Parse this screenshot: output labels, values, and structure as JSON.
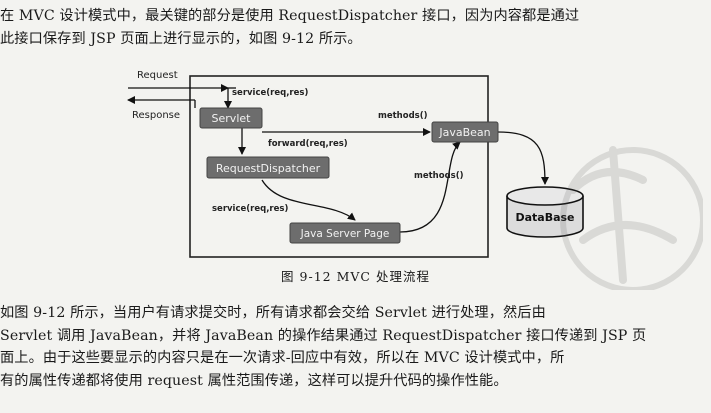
{
  "paragraph1": [
    "      在 MVC 设计模式中，最关键的部分是使用 RequestDispatcher 接口，因为内容都是通过",
    "此接口保存到 JSP 页面上进行显示的，如图 9-12 所示。"
  ],
  "diagram": {
    "request_label": "Request",
    "response_label": "Response",
    "servlet": "Servlet",
    "request_dispatcher": "RequestDispatcher",
    "java_server_page": "Java Server Page",
    "javabean": "JavaBean",
    "database": "DataBase",
    "edge_service_top": "service(req,res)",
    "edge_forward": "forward(req,res)",
    "edge_service_bottom": "service(req,res)",
    "edge_methods_top": "methods()",
    "edge_methods_bottom": "methods()"
  },
  "caption": "图 9-12    MVC 处理流程",
  "paragraph2": [
    "      如图 9-12 所示，当用户有请求提交时，所有请求都会交给 Servlet 进行处理，然后由",
    "Servlet 调用 JavaBean，并将 JavaBean 的操作结果通过 RequestDispatcher 接口传递到 JSP 页",
    "面上。由于这些要显示的内容只是在一次请求-回应中有效，所以在 MVC 设计模式中，所",
    "有的属性传递都将使用 request 属性范围传递，这样可以提升代码的操作性能。"
  ],
  "colors": {
    "node_fill": "#6d6d6d",
    "node_border": "#444444",
    "page_bg": "#f3f3f0"
  }
}
